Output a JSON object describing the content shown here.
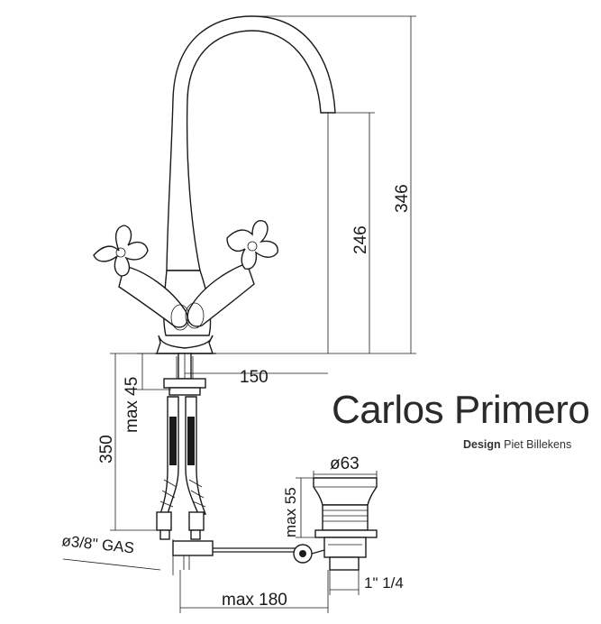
{
  "product": {
    "name": "Carlos Primero",
    "design_label": "Design",
    "designer": "Piet Billekens"
  },
  "dimensions": {
    "total_height": "346",
    "spout_height": "246",
    "spout_reach": "150",
    "max_deck_thickness": "max 45",
    "hose_length": "350",
    "connection": "ø3/8\" GAS",
    "max_pipe_length": "max 180",
    "waste_diameter": "ø63",
    "waste_max_height": "max 55",
    "waste_thread": "1\" 1/4"
  }
}
